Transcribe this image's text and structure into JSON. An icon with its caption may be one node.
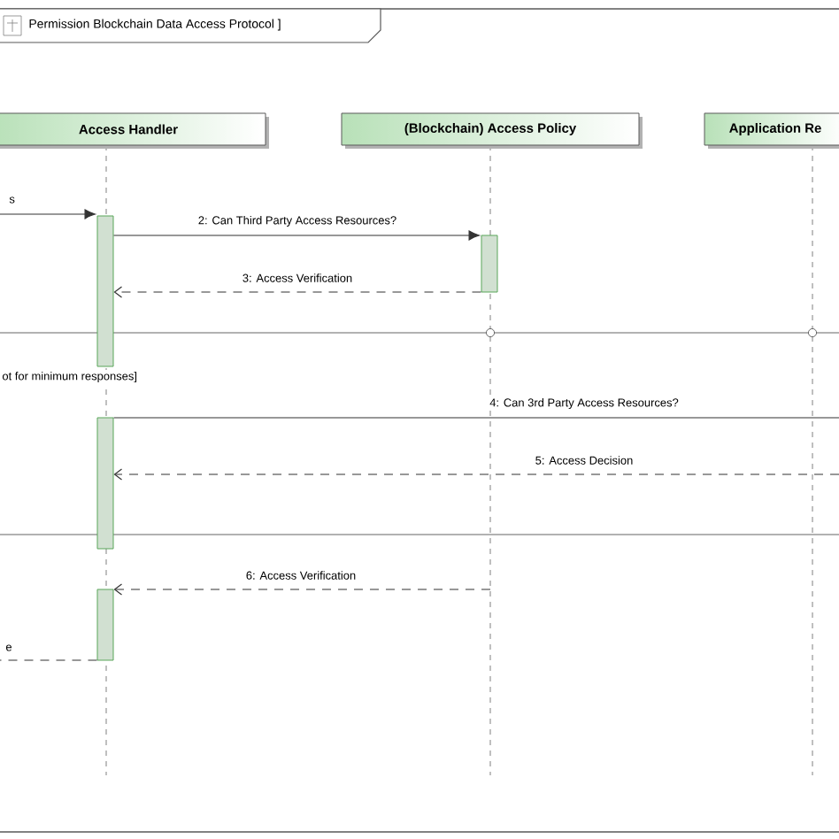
{
  "diagram": {
    "title": "Permission Blockchain Data Access Protocol ]",
    "nodes": [
      {
        "text": [
          "Access Handler"
        ]
      },
      {
        "text": [
          "(Blockchain) Access Policy"
        ]
      },
      {
        "text": [
          "Application Re"
        ]
      },
      {
        "text": [],
        "shape": "bar"
      },
      {
        "text": [],
        "shape": "bar"
      },
      {
        "text": [],
        "shape": "bar"
      },
      {
        "text": [],
        "shape": "bar"
      }
    ],
    "edges": [
      {
        "from": null,
        "to": 3,
        "arrow": "to",
        "label": "s"
      },
      {
        "from": 3,
        "to": 4,
        "arrow": "to",
        "label": "2: Can Third Party Access Resources?"
      },
      {
        "from": 4,
        "to": 3,
        "arrow": "to",
        "label": "3: Access Verification",
        "style": "dashed"
      },
      {
        "from": 5,
        "to": null,
        "arrow": "none",
        "label": "4: Can 3rd Party Access Resources?"
      },
      {
        "from": null,
        "to": 5,
        "arrow": "to",
        "label": "5: Access Decision",
        "style": "dashed"
      },
      {
        "from": null,
        "to": 6,
        "arrow": "to",
        "label": "6: Access Verification",
        "style": "dashed"
      },
      {
        "from": 6,
        "to": null,
        "arrow": "none",
        "label": "e",
        "style": "dashed"
      }
    ],
    "labels": [
      "ot for minimum responses]"
    ]
  }
}
